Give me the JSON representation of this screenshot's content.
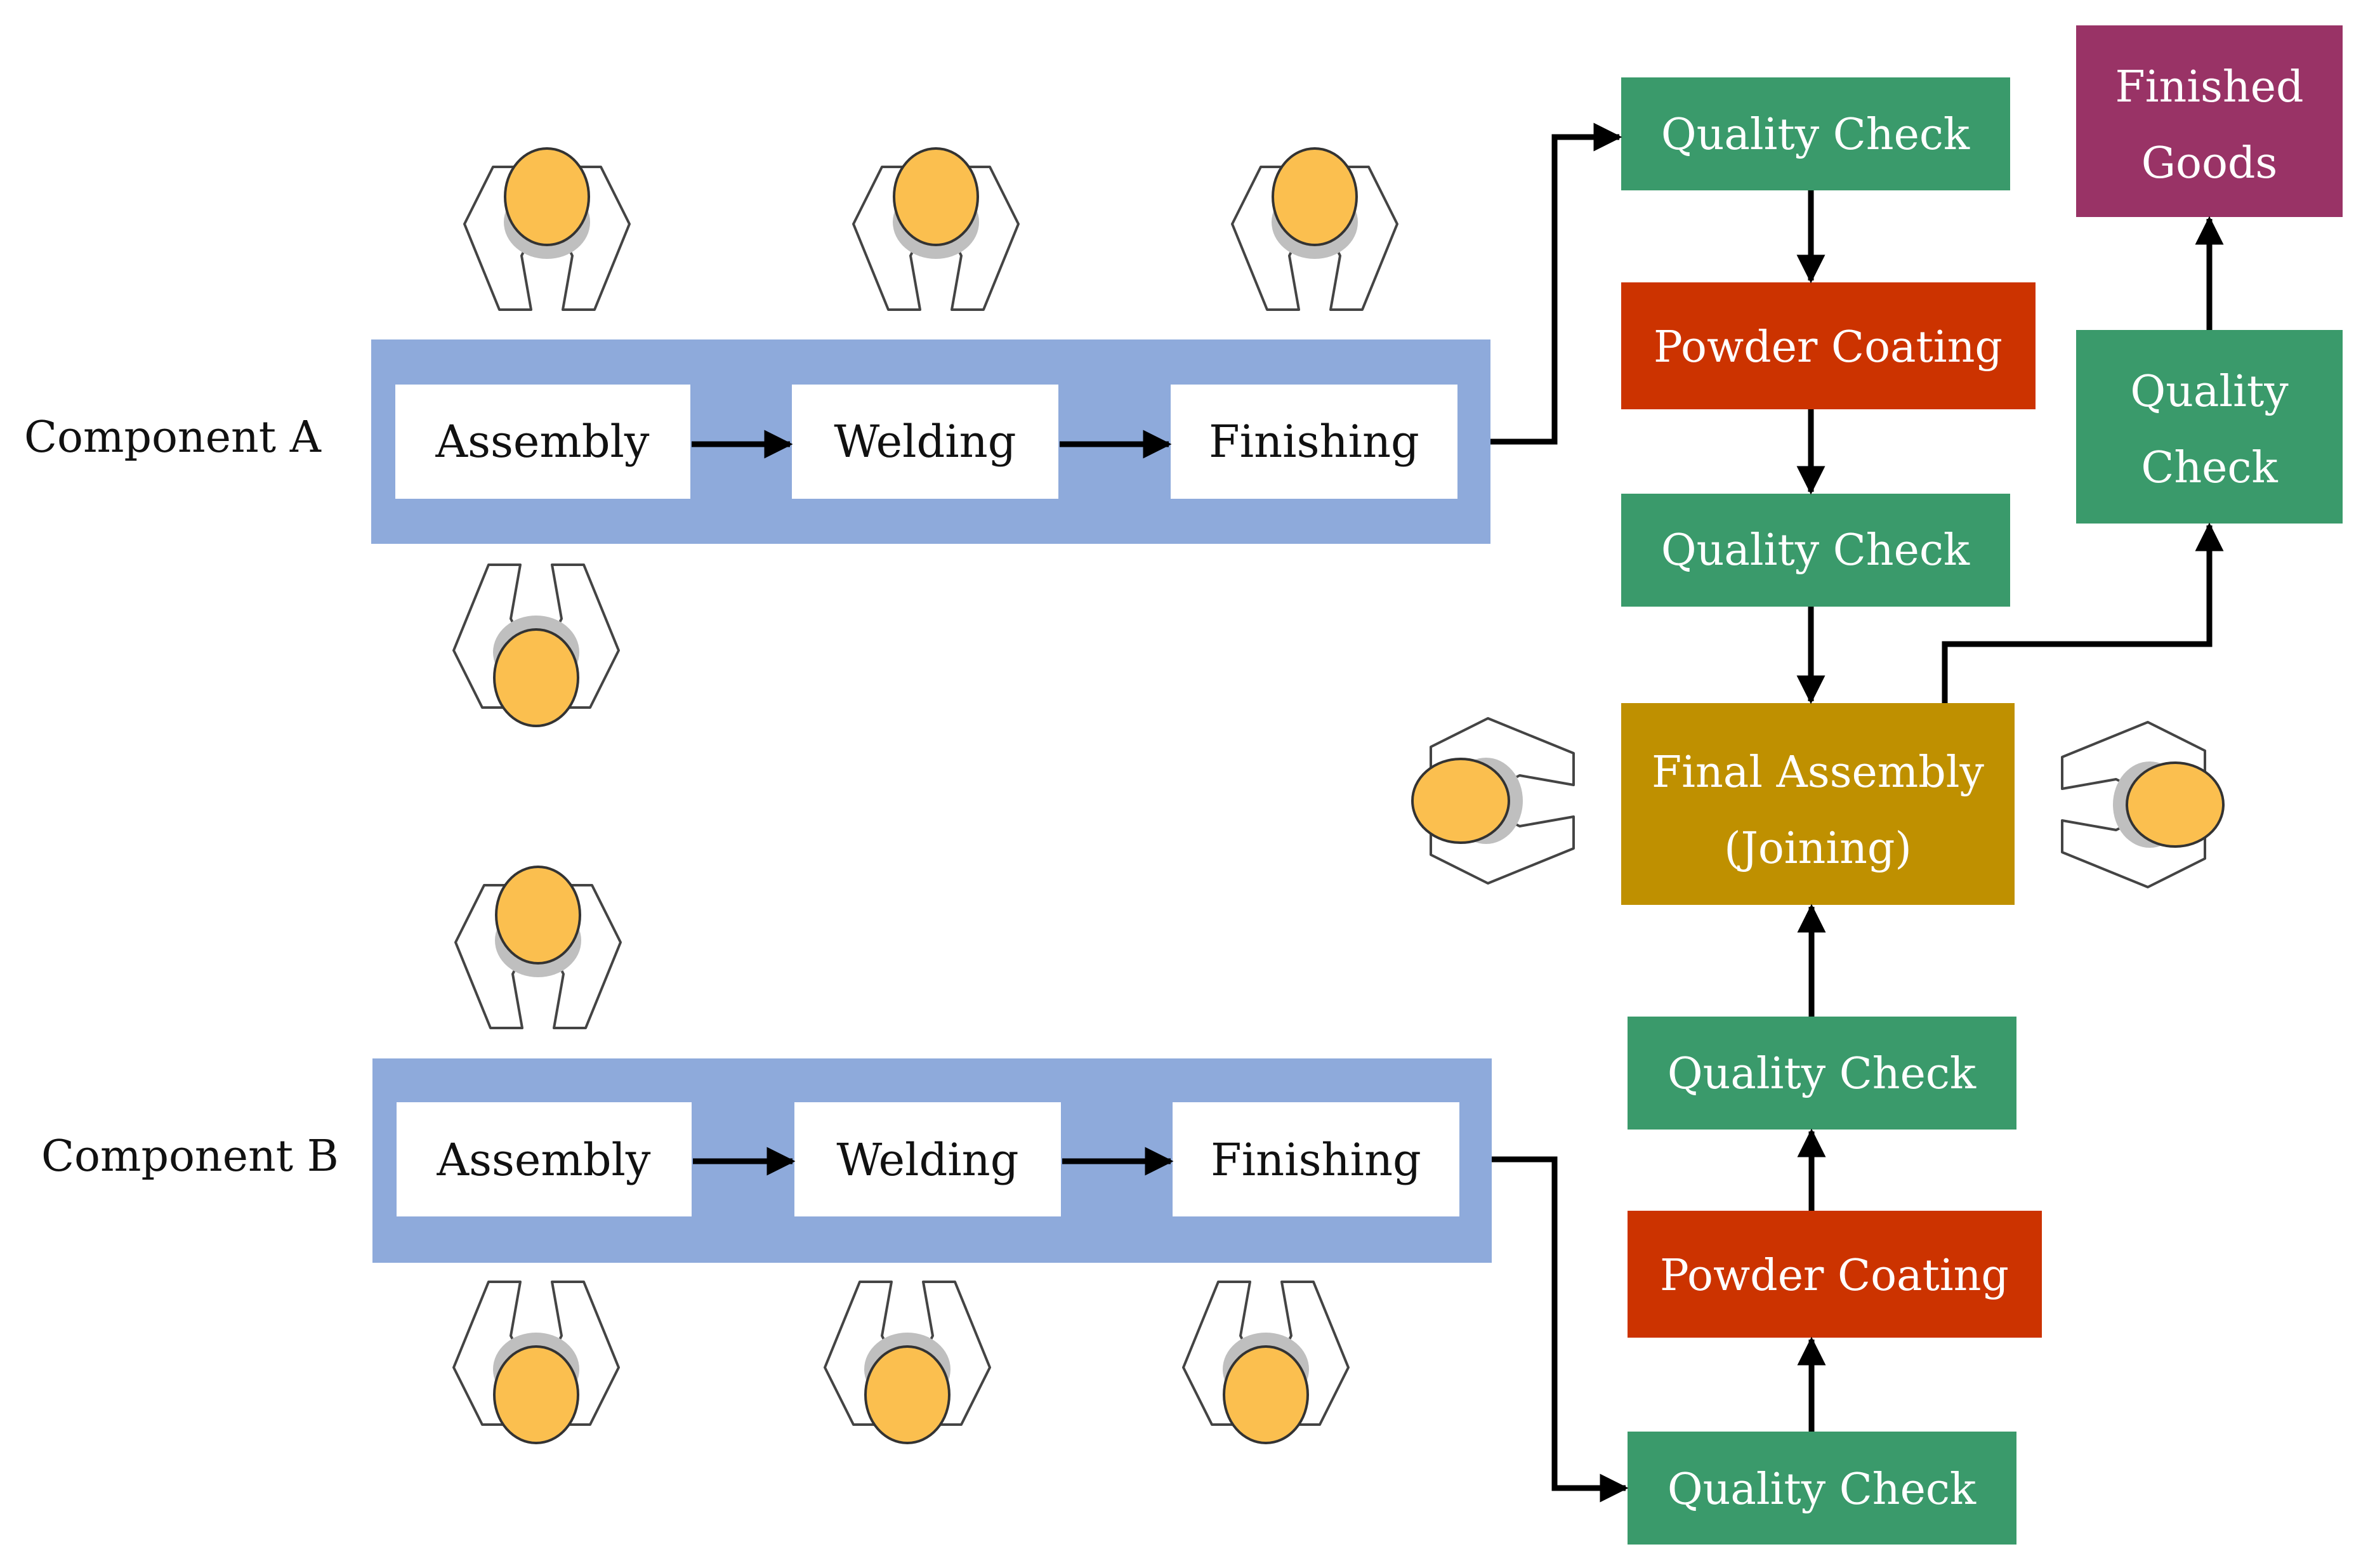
{
  "components": [
    {
      "label": "Component A",
      "steps": [
        "Assembly",
        "Welding",
        "Finishing"
      ]
    },
    {
      "label": "Component B",
      "steps": [
        "Assembly",
        "Welding",
        "Finishing"
      ]
    }
  ],
  "stages": {
    "a_quality_check_1": "Quality Check",
    "a_powder_coating": "Powder Coating",
    "a_quality_check_2": "Quality Check",
    "final_assembly_line1": "Final Assembly",
    "final_assembly_line2": "(Joining)",
    "b_quality_check_2": "Quality Check",
    "b_powder_coating": "Powder Coating",
    "b_quality_check_1": "Quality Check",
    "final_quality_check_line1": "Quality",
    "final_quality_check_line2": "Check",
    "finished_goods_line1": "Finished",
    "finished_goods_line2": "Goods"
  },
  "colors": {
    "line_band": "#8eaadb",
    "quality_check": "#3a9a6b",
    "powder_coating": "#cc3300",
    "final_assembly": "#bf9000",
    "finished_goods": "#993366",
    "worker_head": "#fbbf4f",
    "worker_shadow": "#bfbfbf"
  },
  "icons": {
    "worker": "worker-topview-icon",
    "arrow": "arrow-icon"
  }
}
